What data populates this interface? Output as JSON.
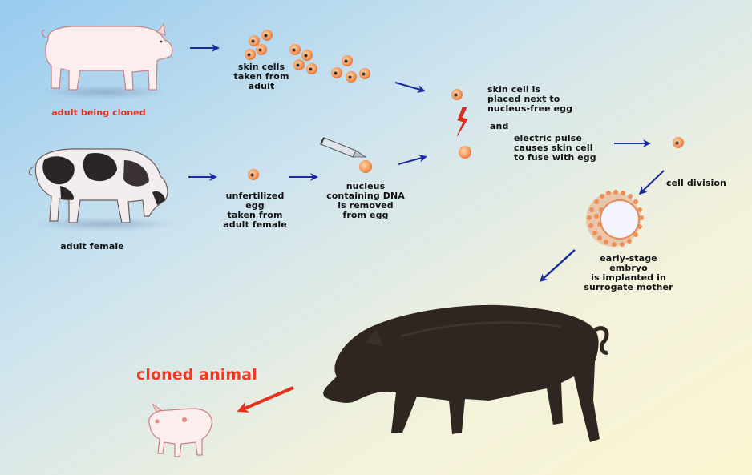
{
  "labels": {
    "adult_being_cloned": "adult being cloned",
    "skin_cells": "skin cells\ntaken from\nadult",
    "adult_female": "adult female",
    "unfertilized_egg": "unfertilized\negg\ntaken from\nadult female",
    "nucleus_removed": "nucleus\ncontaining DNA\nis removed\nfrom egg",
    "skin_cell_placed": "skin cell is\nplaced next to\nnucleus-free egg",
    "and": "and",
    "electric_pulse": "electric pulse\ncauses skin cell\nto fuse with egg",
    "cell_division": "cell division",
    "early_stage_embryo": "early-stage\nembryo\nis implanted in\nsurrogate mother",
    "cloned_animal": "cloned animal"
  },
  "colors": {
    "arrow_blue": "#1a2a9a",
    "arrow_red": "#e8301e",
    "cell_orange": "#f2955a",
    "label_red": "#e0301e",
    "bg_top_left": "#9fd0f0",
    "bg_bottom_right": "#fbf7d8"
  },
  "icons": [
    "arrow-right-icon",
    "arrow-down-left-icon",
    "lightning-bolt-icon",
    "pipette-icon"
  ]
}
